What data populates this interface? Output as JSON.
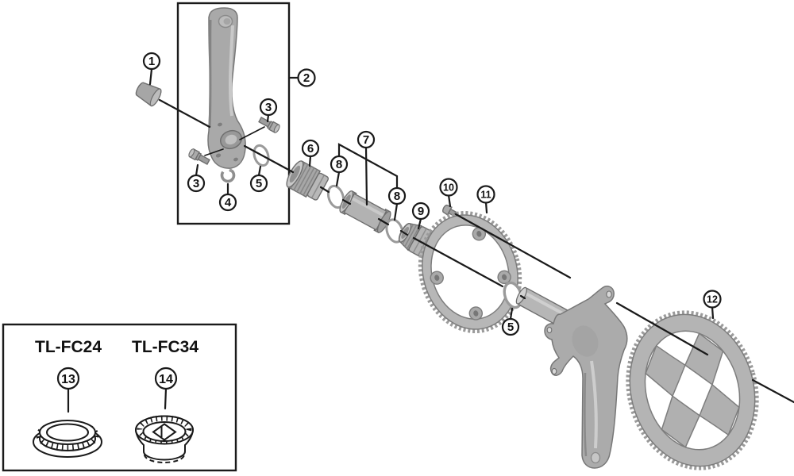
{
  "callouts": {
    "c1": "1",
    "c2": "2",
    "c3a": "3",
    "c3b": "3",
    "c4": "4",
    "c5a": "5",
    "c5b": "5",
    "c6": "6",
    "c7": "7",
    "c8a": "8",
    "c8b": "8",
    "c9": "9",
    "c10": "10",
    "c11": "11",
    "c12": "12",
    "c13": "13",
    "c14": "14"
  },
  "tools": {
    "tl_fc24": "TL-FC24",
    "tl_fc34": "TL-FC34"
  },
  "colors": {
    "line": "#1a1a1a",
    "background": "#ffffff",
    "part-mid": "#adadad",
    "part-light": "#c9c9c9",
    "part-dark": "#8e8e8e",
    "part-outline": "#6e6e6e"
  }
}
